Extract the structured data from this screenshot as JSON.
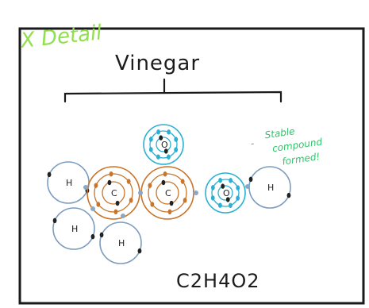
{
  "corner_note": "X Detail",
  "title": "Vinegar",
  "annotation": {
    "dash": "-",
    "lines": [
      "Stable",
      "compound",
      "formed!"
    ]
  },
  "formula": "C2H4O2",
  "nucleus_labels": {
    "carbon": "C",
    "oxygen": "O",
    "hydrogen": "H"
  },
  "colors": {
    "border": "#1a1a1a",
    "carbon": "#c8742a",
    "oxygen": "#2ab0d2",
    "hydrogen": "#7d9bbd",
    "highlighter": "#8fe04b",
    "annotation": "#2fc46a",
    "bond_dot": "#8aa8c8"
  }
}
